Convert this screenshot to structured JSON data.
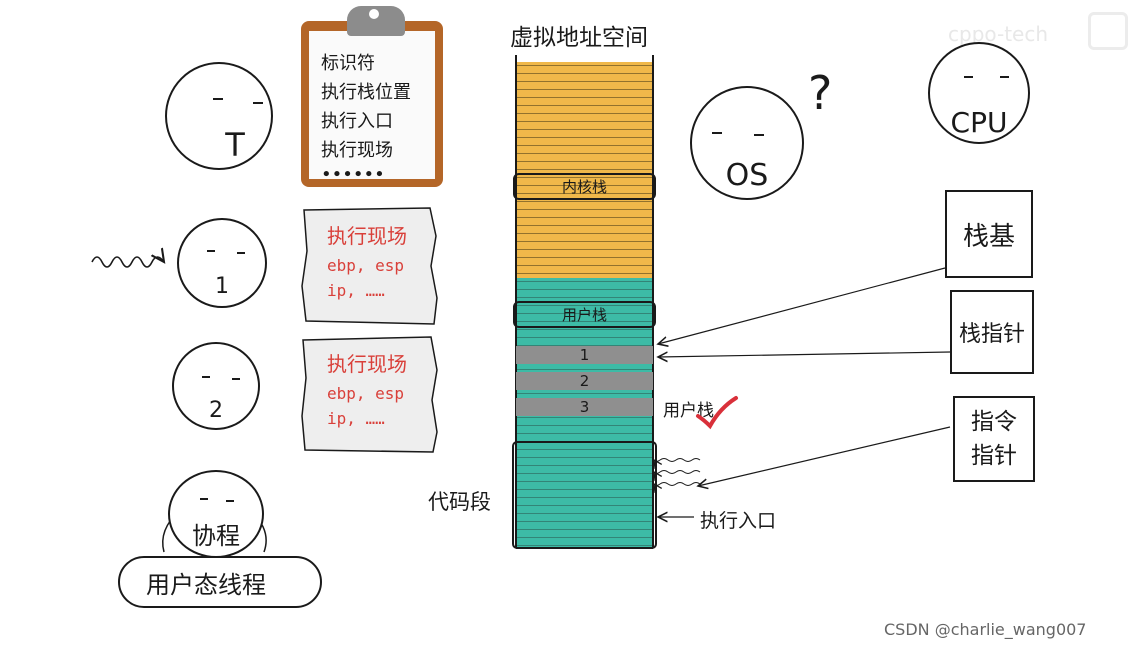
{
  "watermark_top": "cppo-tech",
  "watermark_bottom": "CSDN @charlie_wang007",
  "memory": {
    "title": "虚拟地址空间",
    "kernel_stack": "内核栈",
    "user_stack": "用户栈",
    "slots": [
      "1",
      "2",
      "3"
    ],
    "code_segment": "代码段",
    "user_stack_note": "用户栈",
    "exec_entry": "执行入口"
  },
  "colors": {
    "kernel_region": "#f0b84a",
    "user_region": "#3dbba6",
    "stack_slot": "#8f8f8f",
    "card_text": "#d9403a",
    "check_mark": "#d9303a"
  },
  "faces": {
    "thread": "T",
    "coroutine_1": "1",
    "coroutine_2": "2",
    "coroutine": "协程",
    "os": "OS",
    "cpu": "CPU"
  },
  "question_mark": "?",
  "user_thread": "用户态线程",
  "clipboard": {
    "lines": [
      "标识符",
      "执行栈位置",
      "执行入口",
      "执行现场",
      "••••••"
    ]
  },
  "context_cards": [
    {
      "title": "执行现场",
      "line1": "ebp, esp",
      "line2": "ip, ……"
    },
    {
      "title": "执行现场",
      "line1": "ebp, esp",
      "line2": "ip, ……"
    }
  ],
  "registers": {
    "stack_base": "栈基",
    "stack_pointer": "栈指针",
    "instruction_pointer_line1": "指令",
    "instruction_pointer_line2": "指针"
  }
}
